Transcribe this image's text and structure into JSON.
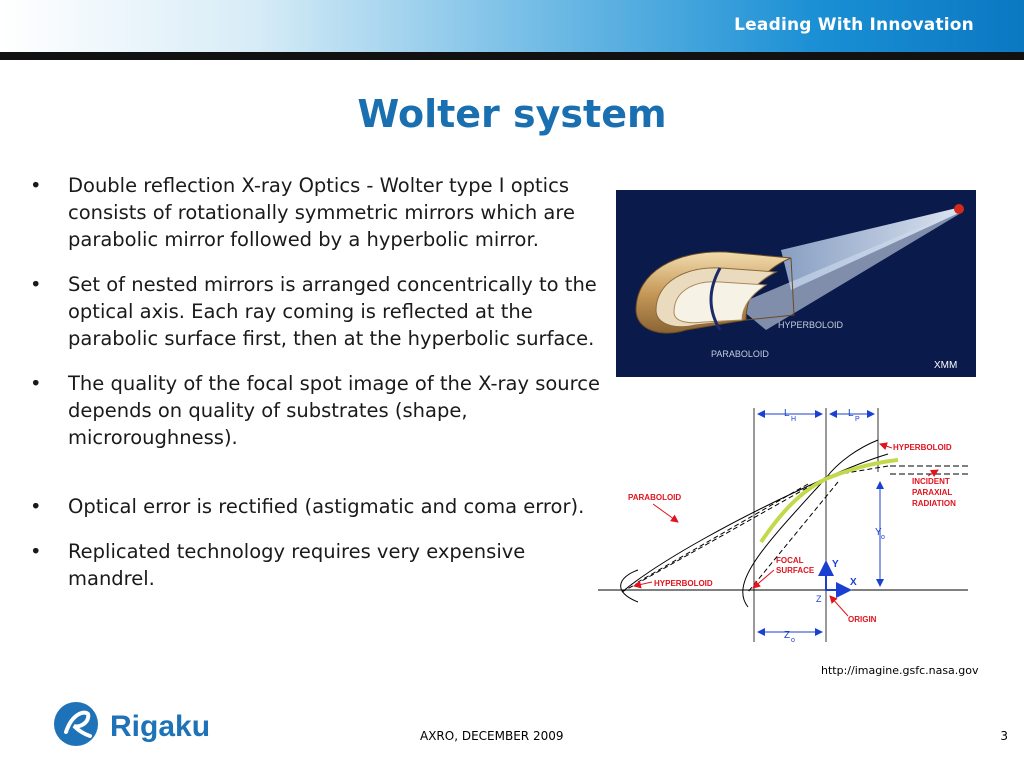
{
  "header": {
    "slogan": "Leading With Innovation"
  },
  "title": "Wolter system",
  "bullets": [
    "Double reflection X-ray Optics - Wolter type I optics consists of rotationally symmetric mirrors which are parabolic mirror followed by a hyperbolic mirror.",
    "Set of nested mirrors is arranged concentrically to the optical axis.  Each ray coming is reflected at the parabolic surface first, then at the hyperbolic surface.",
    "The quality of the focal spot image of the X-ray source depends on quality of substrates (shape, microroughness).",
    "Optical error is rectified (astigmatic and coma error).",
    "Replicated technology requires very expensive mandrel."
  ],
  "bullet_char": "•",
  "xmm_image": {
    "label_hyperboloid": "HYPERBOLOID",
    "label_paraboloid": "PARABOLOID",
    "label_corner": "XMM"
  },
  "diagram": {
    "l_h": "L",
    "l_h_sub": "H",
    "l_p": "L",
    "l_p_sub": "P",
    "hyperboloid_top": "HYPERBOLOID",
    "incident_1": "INCIDENT",
    "incident_2": "PARAXIAL",
    "incident_3": "RADIATION",
    "paraboloid": "PARABOLOID",
    "y0": "Y",
    "y0_sub": "o",
    "focal_1": "FOCAL",
    "focal_2": "SURFACE",
    "hyperboloid_bottom": "HYPERBOLOID",
    "axis_y": "Y",
    "axis_x": "X",
    "axis_z": "Z",
    "origin": "ORIGIN",
    "z0": "Z",
    "z0_sub": "o"
  },
  "source_url": "http://imagine.gsfc.nasa.gov",
  "logo_text": "Rigaku",
  "footer": "AXRO, DECEMBER 2009",
  "page_number": "3",
  "colors": {
    "title": "#1a6fb0",
    "brand": "#1e72b8",
    "diagram_red": "#e0141e",
    "diagram_blue": "#1a3fd1",
    "ray_green": "#c3d94a"
  }
}
